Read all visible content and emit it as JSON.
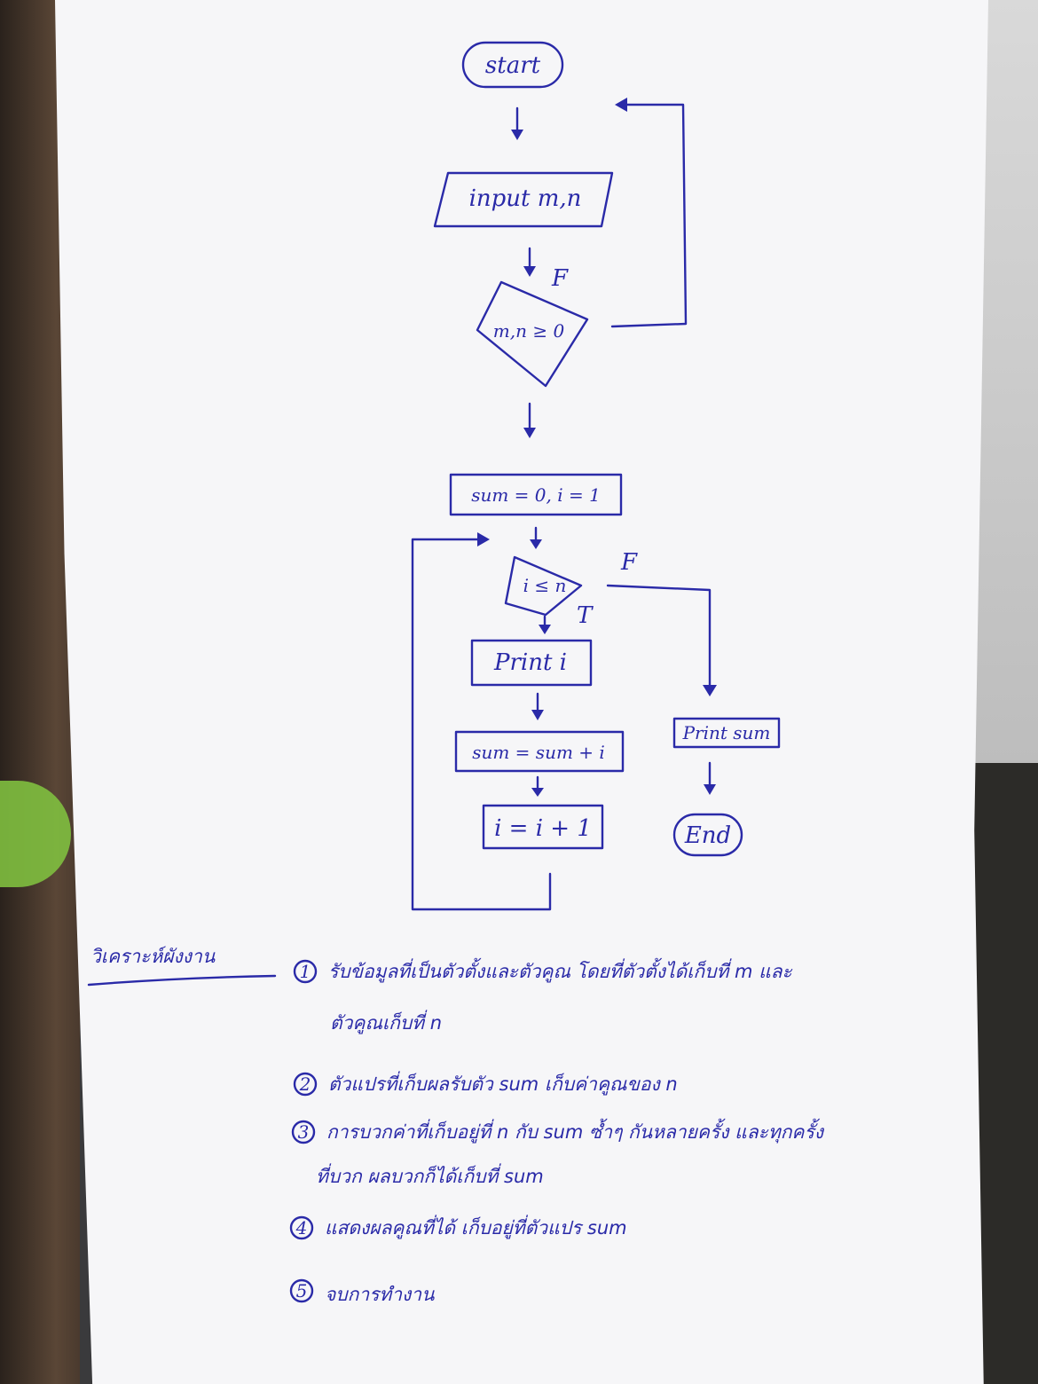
{
  "flowchart": {
    "start": "start",
    "input": "input m,n",
    "label_f1": "F",
    "condition1": "m,n ≥ 0",
    "init": "sum = 0, i = 1",
    "condition2": "i ≤ n",
    "label_f2": "F",
    "label_t": "T",
    "print_i": "Print i",
    "update_sum": "sum = sum + i",
    "increment": "i = i + 1",
    "print_sum": "Print sum",
    "end": "End"
  },
  "analysis": {
    "heading": "วิเคราะห์ผังงาน",
    "steps": [
      {
        "num": "1",
        "lines": [
          "รับข้อมูลที่เป็นตัวตั้งและตัวคูณ โดยที่ตัวตั้งได้เก็บที่ m และ",
          "ตัวคูณเก็บที่ n"
        ]
      },
      {
        "num": "2",
        "lines": [
          "ตัวแปรที่เก็บผลรับตัว sum เก็บค่าคูณของ n"
        ]
      },
      {
        "num": "3",
        "lines": [
          "การบวกค่าที่เก็บอยู่ที่ n กับ sum ซ้ำๆ กันหลายครั้ง และทุกครั้ง",
          "ที่บวก ผลบวกก็ได้เก็บที่ sum"
        ]
      },
      {
        "num": "4",
        "lines": [
          "แสดงผลคูณที่ได้ เก็บอยู่ที่ตัวแปร sum"
        ]
      },
      {
        "num": "5",
        "lines": [
          "จบการทำงาน"
        ]
      }
    ]
  }
}
